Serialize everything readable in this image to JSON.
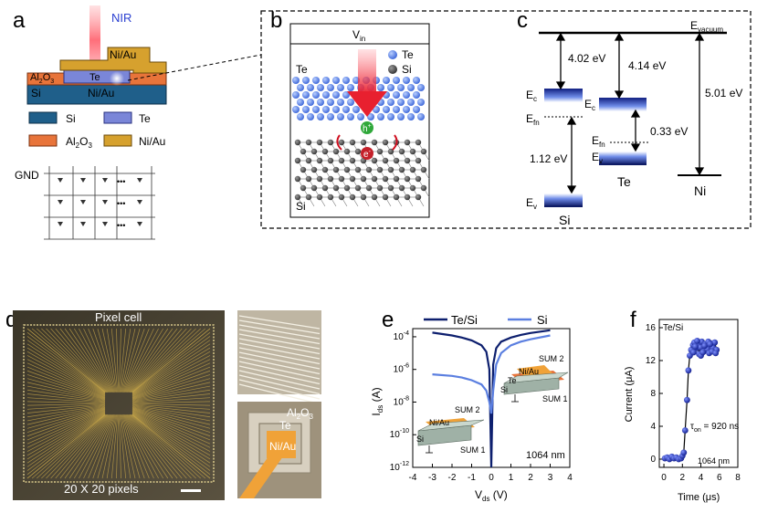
{
  "panel_letters": {
    "a": "a",
    "b": "b",
    "c": "c",
    "d": "d",
    "e": "e",
    "f": "f"
  },
  "panel_a": {
    "nir": "NIR",
    "ni_au": "Ni/Au",
    "al2o3_main": "Al",
    "al2o3_sub": "2",
    "al2o3_tail": "O",
    "al2o3_sub2": "3",
    "te": "Te",
    "si": "Si",
    "ni_au_bottom": "Ni/Au",
    "legend": {
      "si": "Si",
      "te": "Te",
      "al2o3_main": "Al",
      "al2o3_sub": "2",
      "al2o3_tail": "O",
      "al2o3_sub2": "3",
      "ni_au": "Ni/Au"
    },
    "gnd": "GND",
    "dots": "•••"
  },
  "panel_b": {
    "vin": "V",
    "vin_sub": "in",
    "te": "Te",
    "si": "Si",
    "legend_te": "Te",
    "legend_si": "Si",
    "hole": "h",
    "hole_sup": "+",
    "electron": "e",
    "electron_sup": "-"
  },
  "panel_c": {
    "e_vacuum": "E",
    "e_vacuum_sub": "vacuum",
    "gap_si": "4.02 eV",
    "gap_te": "4.14 eV",
    "gap_ni": "5.01 eV",
    "si_gap": "1.12 eV",
    "te_gap": "0.33 eV",
    "ec": "E",
    "ec_sub": "c",
    "efn": "E",
    "efn_sub": "fn",
    "ev": "E",
    "ev_sub": "v",
    "ec2": "E",
    "ec2_sub": "c",
    "efn2": "E",
    "efn2_sub": "fn",
    "ev2": "E",
    "ev2_sub": "v",
    "label_si": "Si",
    "label_te": "Te",
    "label_ni": "Ni"
  },
  "panel_d": {
    "pixel_cell": "Pixel cell",
    "pixels": "20 X 20 pixels",
    "al2o3_main": "Al",
    "al2o3_sub": "2",
    "al2o3_tail": "O",
    "al2o3_sub2": "3",
    "te": "Te",
    "ni_au": "Ni/Au"
  },
  "panel_e": {
    "legend": [
      "Te/Si",
      "Si"
    ],
    "inset_top": {
      "sum2": "SUM 2",
      "ni_au": "Ni/Au",
      "te": "Te",
      "si": "Si",
      "sum1": "SUM 1"
    },
    "inset_bottom": {
      "sum2": "SUM 2",
      "ni_au": "Ni/Au",
      "si": "Si",
      "sum1": "SUM 1"
    },
    "wavelength": "1064 nm",
    "ylabel_main": "I",
    "ylabel_sub": "ds",
    "ylabel_tail": " (A)",
    "xlabel_main": "V",
    "xlabel_sub": "ds",
    "xlabel_tail": " (V)",
    "yticks": [
      {
        "b": "10",
        "e": "-4"
      },
      {
        "b": "10",
        "e": "-6"
      },
      {
        "b": "10",
        "e": "-8"
      },
      {
        "b": "10",
        "e": "-10"
      },
      {
        "b": "10",
        "e": "-12"
      }
    ],
    "xticks": [
      "-4",
      "-3",
      "-2",
      "-1",
      "0",
      "1",
      "2",
      "3",
      "4"
    ]
  },
  "panel_f": {
    "title": "Te/Si",
    "ylabel": "Current (μA)",
    "xlabel": "Time (μs)",
    "yticks": [
      "16",
      "12",
      "8",
      "4",
      "0"
    ],
    "xticks": [
      "0",
      "2",
      "4",
      "6",
      "8"
    ],
    "ton_main": "τ",
    "ton_sub": "on",
    "ton_tail": " = 920 ns",
    "wavelength": "1064 nm"
  },
  "chart_data": [
    {
      "type": "line",
      "title": "",
      "xlabel": "Vds (V)",
      "ylabel": "Ids (A)",
      "xlim": [
        -4,
        4
      ],
      "ylim_log10": [
        -12,
        -3.5
      ],
      "yscale": "log",
      "series": [
        {
          "name": "Te/Si",
          "color": "#0d1f6e",
          "x": [
            -3,
            -2,
            -1.5,
            -1,
            -0.5,
            -0.25,
            -0.1,
            0,
            0.1,
            0.25,
            0.5,
            1,
            1.5,
            2,
            3
          ],
          "y": [
            0.00018,
            0.00012,
            9e-05,
            6e-05,
            3e-05,
            1.2e-05,
            1e-06,
            1e-12,
            2e-06,
            2e-05,
            5e-05,
            9e-05,
            0.00013,
            0.00017,
            0.00025
          ]
        },
        {
          "name": "Si",
          "color": "#5b7fe0",
          "x": [
            -3,
            -2,
            -1.5,
            -1,
            -0.5,
            -0.25,
            -0.1,
            0,
            0.1,
            0.25,
            0.5,
            1,
            1.5,
            2,
            3
          ],
          "y": [
            5e-07,
            4e-07,
            3.2e-07,
            2.2e-07,
            1.2e-07,
            5e-08,
            1e-08,
            2e-09,
            5e-08,
            2e-06,
            1e-05,
            3e-05,
            5e-05,
            7e-05,
            0.00012
          ]
        }
      ]
    },
    {
      "type": "scatter",
      "title": "Te/Si",
      "xlabel": "Time (μs)",
      "ylabel": "Current (μA)",
      "xlim": [
        -0.5,
        8
      ],
      "ylim": [
        -1,
        17
      ],
      "series": [
        {
          "name": "",
          "color": "#1a2aa0",
          "x": [
            0.1,
            0.35,
            0.6,
            0.85,
            1.1,
            1.35,
            1.6,
            1.85,
            2.0,
            2.15,
            2.3,
            2.5,
            2.65,
            2.8,
            2.95,
            3.15,
            3.3,
            3.5,
            3.65,
            3.8,
            3.95,
            4.1,
            4.3,
            4.5,
            4.7,
            4.9,
            5.1,
            5.3,
            5.5,
            5.7,
            3.2,
            3.6,
            4.0,
            4.4,
            4.8,
            5.2,
            5.6,
            3.4,
            4.2,
            5.0
          ],
          "y": [
            0.1,
            0.2,
            0.0,
            0.3,
            0.1,
            0.2,
            0.0,
            0.1,
            0.4,
            0.8,
            3.5,
            7.2,
            10.8,
            12.6,
            13.3,
            13.9,
            14.2,
            13.5,
            14.0,
            12.8,
            13.6,
            14.3,
            13.1,
            14.0,
            13.4,
            12.9,
            14.1,
            13.6,
            14.2,
            13.3,
            13.0,
            14.4,
            12.6,
            13.8,
            14.3,
            13.1,
            12.9,
            13.7,
            13.0,
            14.0
          ]
        }
      ]
    }
  ]
}
